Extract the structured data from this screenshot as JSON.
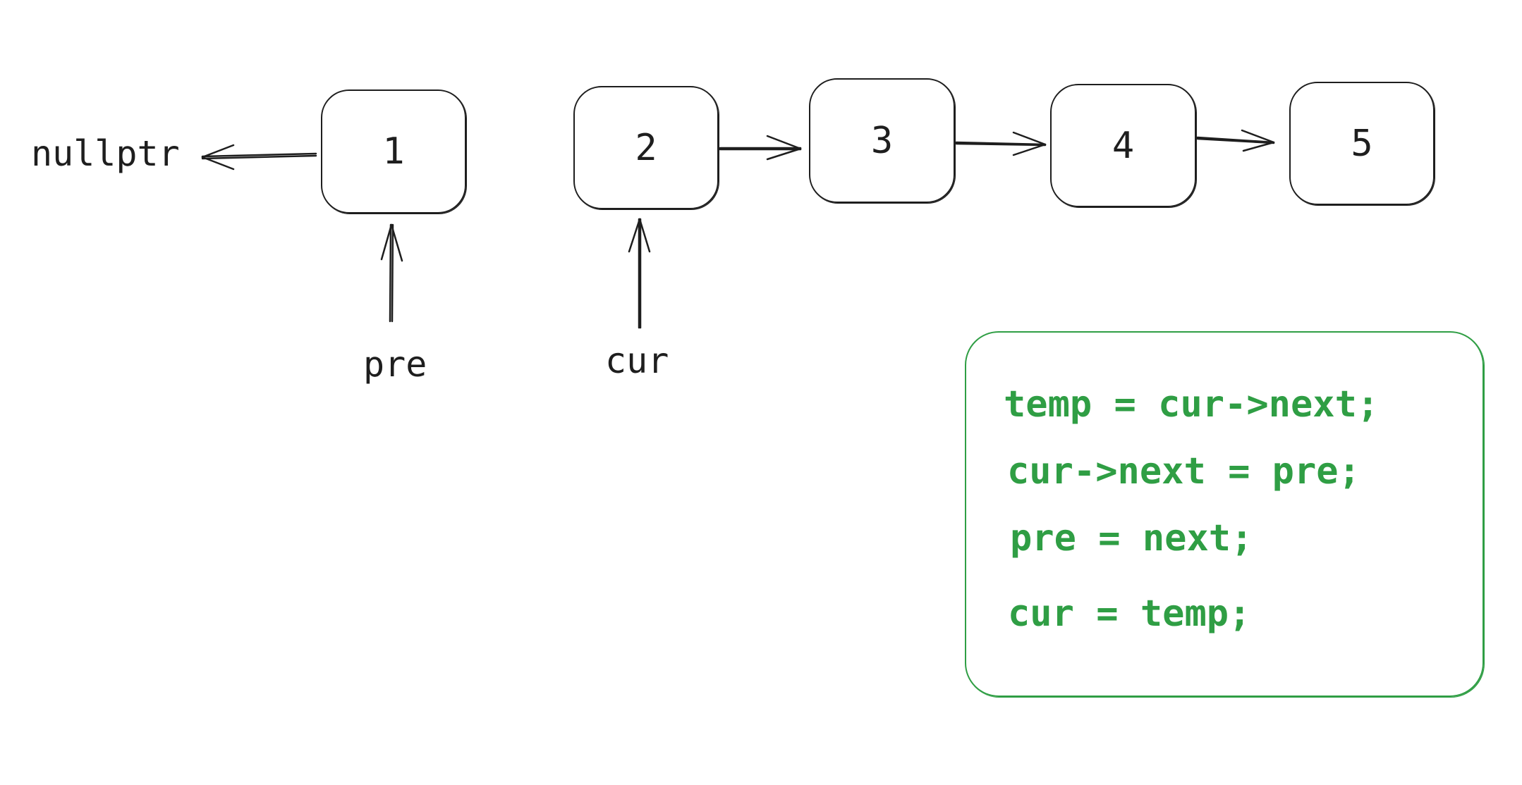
{
  "diagram": {
    "nodes": [
      {
        "id": "1",
        "label": "1"
      },
      {
        "id": "2",
        "label": "2"
      },
      {
        "id": "3",
        "label": "3"
      },
      {
        "id": "4",
        "label": "4"
      },
      {
        "id": "5",
        "label": "5"
      }
    ],
    "null_label": "nullptr",
    "pointers": [
      {
        "label": "pre",
        "target": "1"
      },
      {
        "label": "cur",
        "target": "2"
      }
    ],
    "edges": [
      {
        "from": "1",
        "to": "nullptr"
      },
      {
        "from": "2",
        "to": "3"
      },
      {
        "from": "3",
        "to": "4"
      },
      {
        "from": "4",
        "to": "5"
      }
    ],
    "code": {
      "color": "#2f9e44",
      "lines": [
        "temp = cur->next;",
        "cur->next = pre;",
        "pre = next;",
        "cur = temp;"
      ]
    },
    "stroke_color": "#1e1e1e"
  }
}
